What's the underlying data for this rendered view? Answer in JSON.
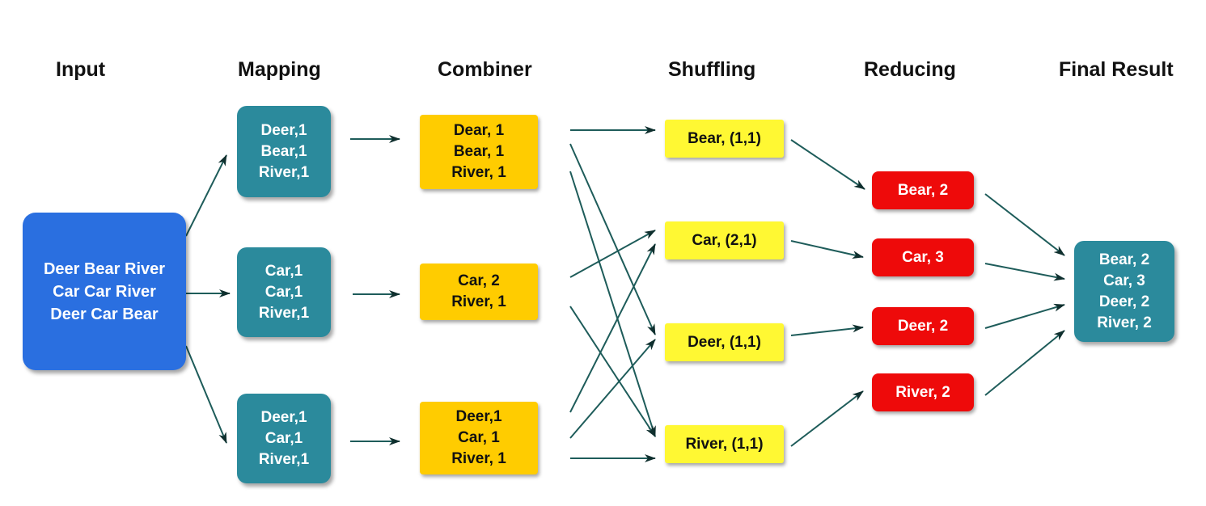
{
  "headers": {
    "input": "Input",
    "mapping": "Mapping",
    "combiner": "Combiner",
    "shuffling": "Shuffling",
    "reducing": "Reducing",
    "final": "Final Result"
  },
  "input": [
    "Deer Bear River",
    "Car Car River",
    "Deer Car Bear"
  ],
  "mapping": [
    [
      "Deer,1",
      "Bear,1",
      "River,1"
    ],
    [
      "Car,1",
      "Car,1",
      "River,1"
    ],
    [
      "Deer,1",
      "Car,1",
      "River,1"
    ]
  ],
  "combiner": [
    [
      "Dear, 1",
      "Bear, 1",
      "River, 1"
    ],
    [
      "Car, 2",
      "River, 1"
    ],
    [
      "Deer,1",
      "Car, 1",
      "River, 1"
    ]
  ],
  "shuffling": [
    "Bear, (1,1)",
    "Car, (2,1)",
    "Deer, (1,1)",
    "River, (1,1)"
  ],
  "reducing": [
    "Bear, 2",
    "Car, 3",
    "Deer, 2",
    "River, 2"
  ],
  "final": [
    "Bear, 2",
    "Car, 3",
    "Deer, 2",
    "River, 2"
  ],
  "colors": {
    "input": "#2a6fe0",
    "mapping": "#2b8a9c",
    "combiner": "#ffcc00",
    "shuffling": "#fff833",
    "reducing": "#ee0a0a",
    "arrow": "#1e5c5a"
  }
}
